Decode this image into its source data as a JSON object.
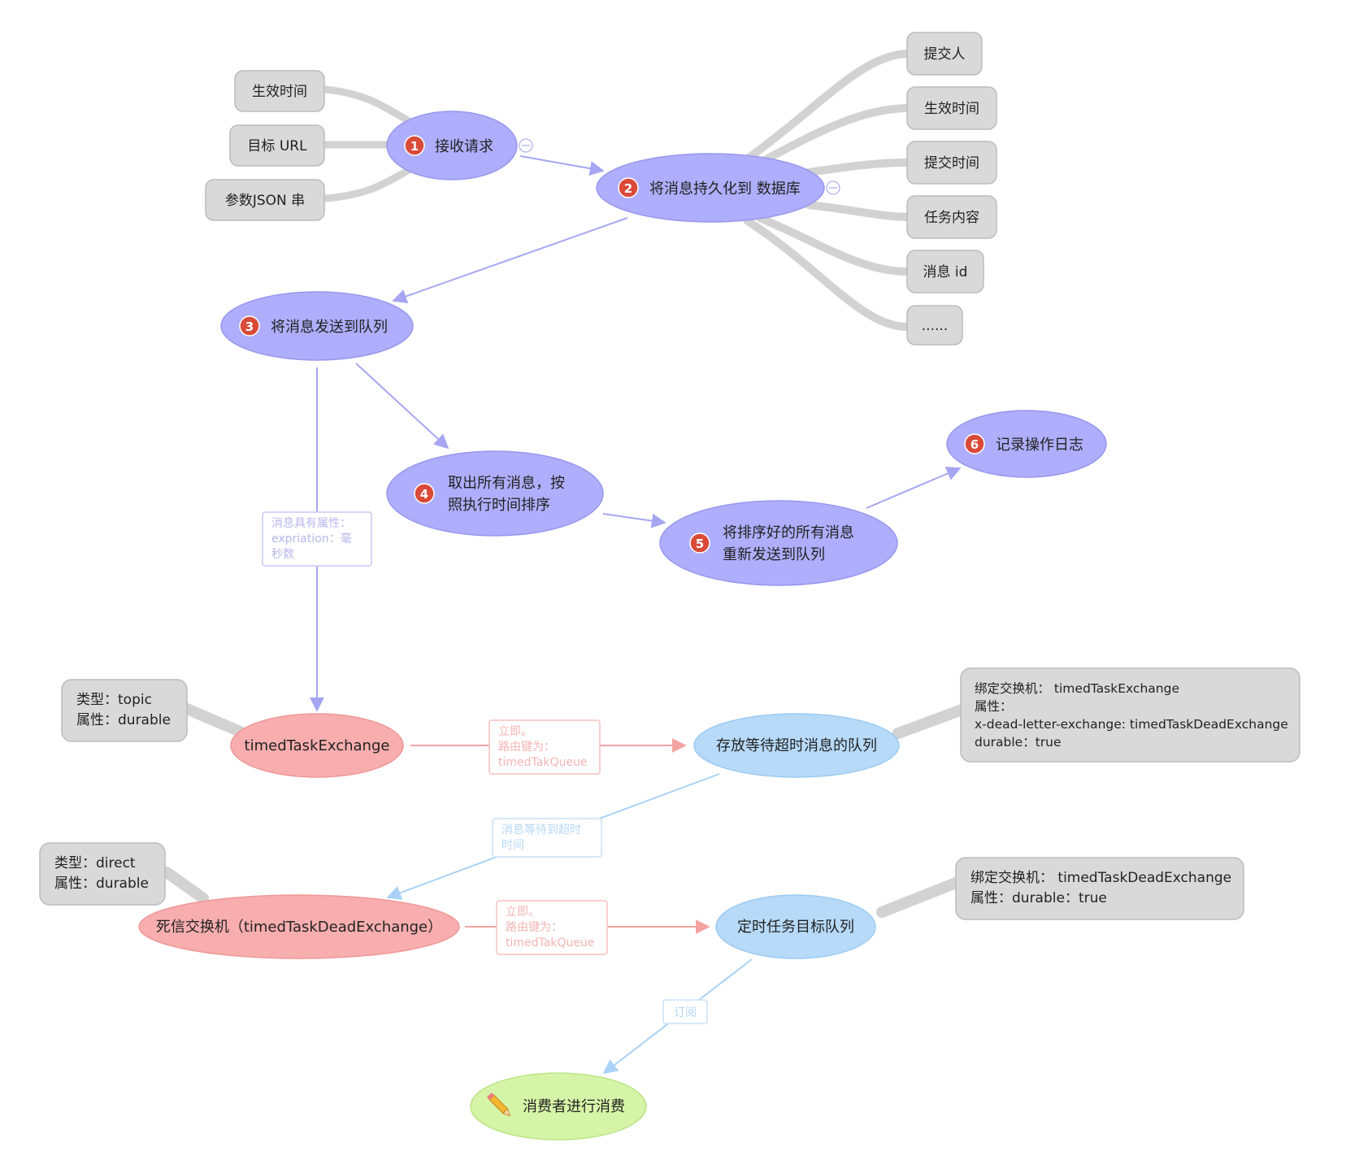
{
  "colors": {
    "purple_node": "#aeaefc",
    "purple_edge": "#a6a6f2",
    "gray_node": "#d9d9d9",
    "gray_stroke": "#b8b8b8",
    "red_node": "#f8aeae",
    "red_edge": "#f4a3a3",
    "blue_node": "#b7daf9",
    "blue_edge": "#a9d2f6",
    "green_node": "#d6f4a8",
    "badge": "#d94a38"
  },
  "main_steps": [
    {
      "badge": "1",
      "label": "接收请求"
    },
    {
      "badge": "2",
      "label": "将消息持久化到 数据库"
    },
    {
      "badge": "3",
      "label": "将消息发送到队列"
    },
    {
      "badge": "4",
      "lines": [
        "取出所有消息，按",
        "照执行时间排序"
      ]
    },
    {
      "badge": "5",
      "lines": [
        "将排序好的所有消息",
        "重新发送到队列"
      ]
    },
    {
      "badge": "6",
      "label": "记录操作日志"
    }
  ],
  "request_params": [
    "生效时间",
    "目标 URL",
    "参数JSON 串"
  ],
  "db_fields": [
    "提交人",
    "生效时间",
    "提交时间",
    "任务内容",
    "消息 id",
    "......"
  ],
  "exchange": {
    "name": "timedTaskExchange",
    "note": [
      "类型：topic",
      "属性：durable"
    ]
  },
  "wait_queue": {
    "name": "存放等待超时消息的队列",
    "note": [
      "绑定交换机： timedTaskExchange",
      "属性：",
      "x-dead-letter-exchange: timedTaskDeadExchange",
      "durable：true"
    ]
  },
  "dead_exchange": {
    "name": "死信交换机（timedTaskDeadExchange）",
    "note": [
      "类型：direct",
      "属性：durable"
    ]
  },
  "target_queue": {
    "name": "定时任务目标队列",
    "note": [
      "绑定交换机： timedTaskDeadExchange",
      "属性：durable：true"
    ]
  },
  "consumer": {
    "name": "消费者进行消费",
    "icon": "pencil-icon"
  },
  "edge_labels": {
    "expiration": [
      "消息具有属性：",
      "expriation：毫",
      "秒数"
    ],
    "route1": [
      "立即。",
      "路由键为：",
      "timedTakQueue"
    ],
    "timeout": [
      "消息等待到超时",
      "时间"
    ],
    "route2": [
      "立即。",
      "路由键为：",
      "timedTakQueue"
    ],
    "subscribe": [
      "订阅"
    ]
  },
  "collapse_icon": "minus-circle-icon"
}
